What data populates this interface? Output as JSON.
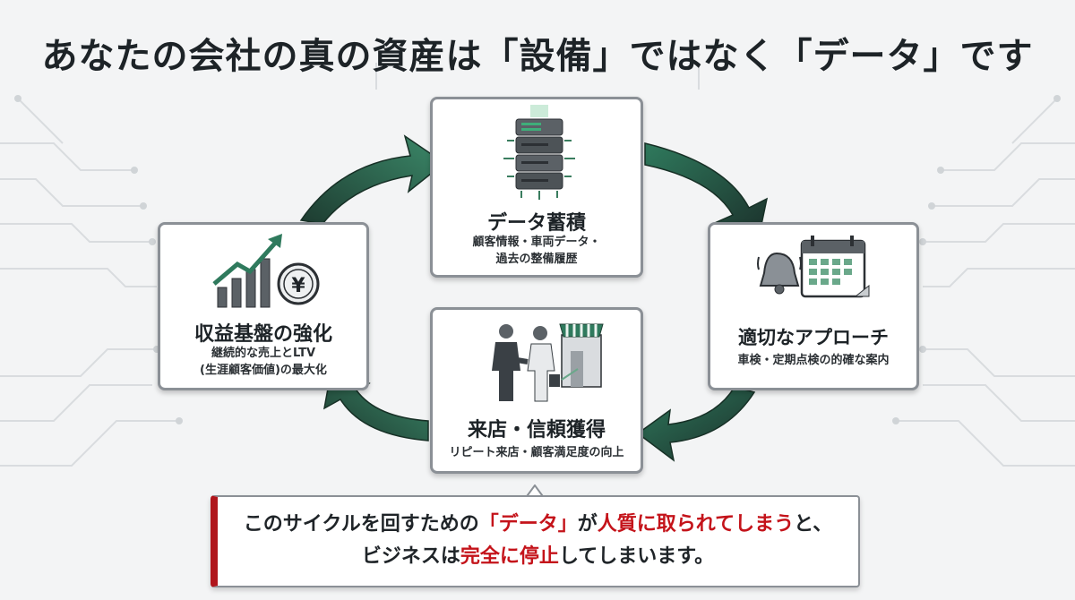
{
  "title": "あなたの会社の真の資産は「設備」ではなく「データ」です",
  "cards": {
    "top": {
      "title": "データ蓄積",
      "desc_line1": "顧客情報・車両データ・",
      "desc_line2": "過去の整備履歴",
      "icon": "server-icon"
    },
    "right": {
      "title": "適切なアプローチ",
      "desc_line1": "車検・定期点検の的確な案内",
      "icon": "bell-calendar-icon"
    },
    "left": {
      "title": "収益基盤の強化",
      "desc_line1": "継続的な売上とLTV",
      "desc_line2": "(生涯顧客価値)の最大化",
      "icon": "growth-chart-icon",
      "coin_symbol": "¥"
    },
    "bottom": {
      "title": "来店・信頼獲得",
      "desc_line1": "リピート来店・顧客満足度の向上",
      "icon": "handshake-icon"
    }
  },
  "callout": {
    "line1_a": "このサイクルを回すための",
    "line1_b": "「データ」",
    "line1_c": "が",
    "line1_d": "人質に取られてしまう",
    "line1_e": "と、",
    "line2_a": "ビジネスは",
    "line2_b": "完全に停止",
    "line2_c": "してしまいます。"
  },
  "colors": {
    "accent": "#2f6e55",
    "dark_green": "#1f3f33",
    "alert": "#c4131a",
    "border": "#8b9096"
  }
}
